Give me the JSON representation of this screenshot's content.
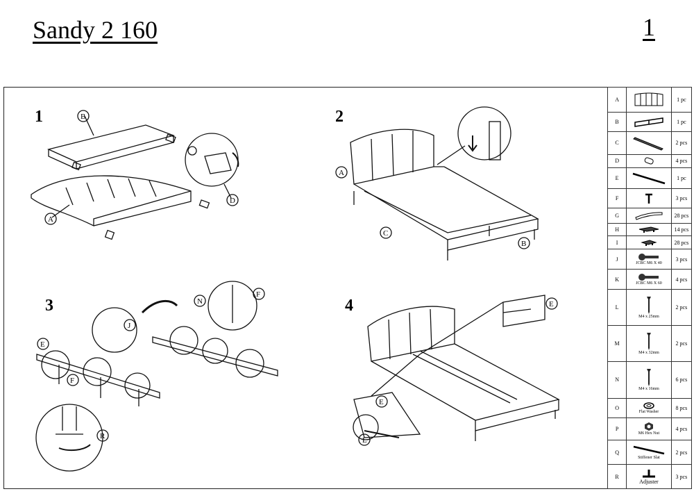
{
  "header": {
    "title": "Sandy 2 160",
    "page_number": "1"
  },
  "steps": [
    {
      "number": "1",
      "callouts": [
        "B",
        "A",
        "D"
      ]
    },
    {
      "number": "2",
      "callouts": [
        "A",
        "C",
        "B"
      ]
    },
    {
      "number": "3",
      "callouts": [
        "J",
        "E",
        "F",
        "R",
        "N",
        "F"
      ]
    },
    {
      "number": "4",
      "callouts": [
        "E",
        "E",
        "L"
      ]
    }
  ],
  "parts": [
    {
      "letter": "A",
      "qty": "1 pc",
      "icon": "headboard"
    },
    {
      "letter": "B",
      "qty": "1 pc",
      "icon": "footboard"
    },
    {
      "letter": "C",
      "qty": "2 pcs",
      "icon": "side-rail"
    },
    {
      "letter": "D",
      "qty": "4 pcs",
      "icon": "dowel"
    },
    {
      "letter": "E",
      "qty": "1 pc",
      "icon": "center-beam"
    },
    {
      "letter": "F",
      "qty": "3 pcs",
      "icon": "leg"
    },
    {
      "letter": "G",
      "qty": "28 pcs",
      "icon": "slat"
    },
    {
      "letter": "H",
      "qty": "14 pcs",
      "icon": "double-slat-holder"
    },
    {
      "letter": "I",
      "qty": "28 pcs",
      "icon": "slat-holder"
    },
    {
      "letter": "J",
      "qty": "3 pcs",
      "icon": "bolt",
      "caption": "JCBC M6 X 40"
    },
    {
      "letter": "K",
      "qty": "4 pcs",
      "icon": "bolt",
      "caption": "JCBC M6 X 60"
    },
    {
      "letter": "L",
      "qty": "2 pcs",
      "icon": "screw",
      "caption": "M4 x 25mm"
    },
    {
      "letter": "M",
      "qty": "2 pcs",
      "icon": "screw",
      "caption": "M4 x 32mm"
    },
    {
      "letter": "N",
      "qty": "6 pcs",
      "icon": "screw",
      "caption": "M4 x 16mm"
    },
    {
      "letter": "O",
      "qty": "8 pcs",
      "icon": "washer",
      "caption": "Flat Washer"
    },
    {
      "letter": "P",
      "qty": "4 pcs",
      "icon": "hex-nut",
      "caption": "M6 Hex Nut"
    },
    {
      "letter": "Q",
      "qty": "2 pcs",
      "icon": "stiffener",
      "caption": "Stiffener Slat"
    },
    {
      "letter": "R",
      "qty": "3 pcs",
      "icon": "adjuster",
      "caption": "Adjuster"
    }
  ]
}
